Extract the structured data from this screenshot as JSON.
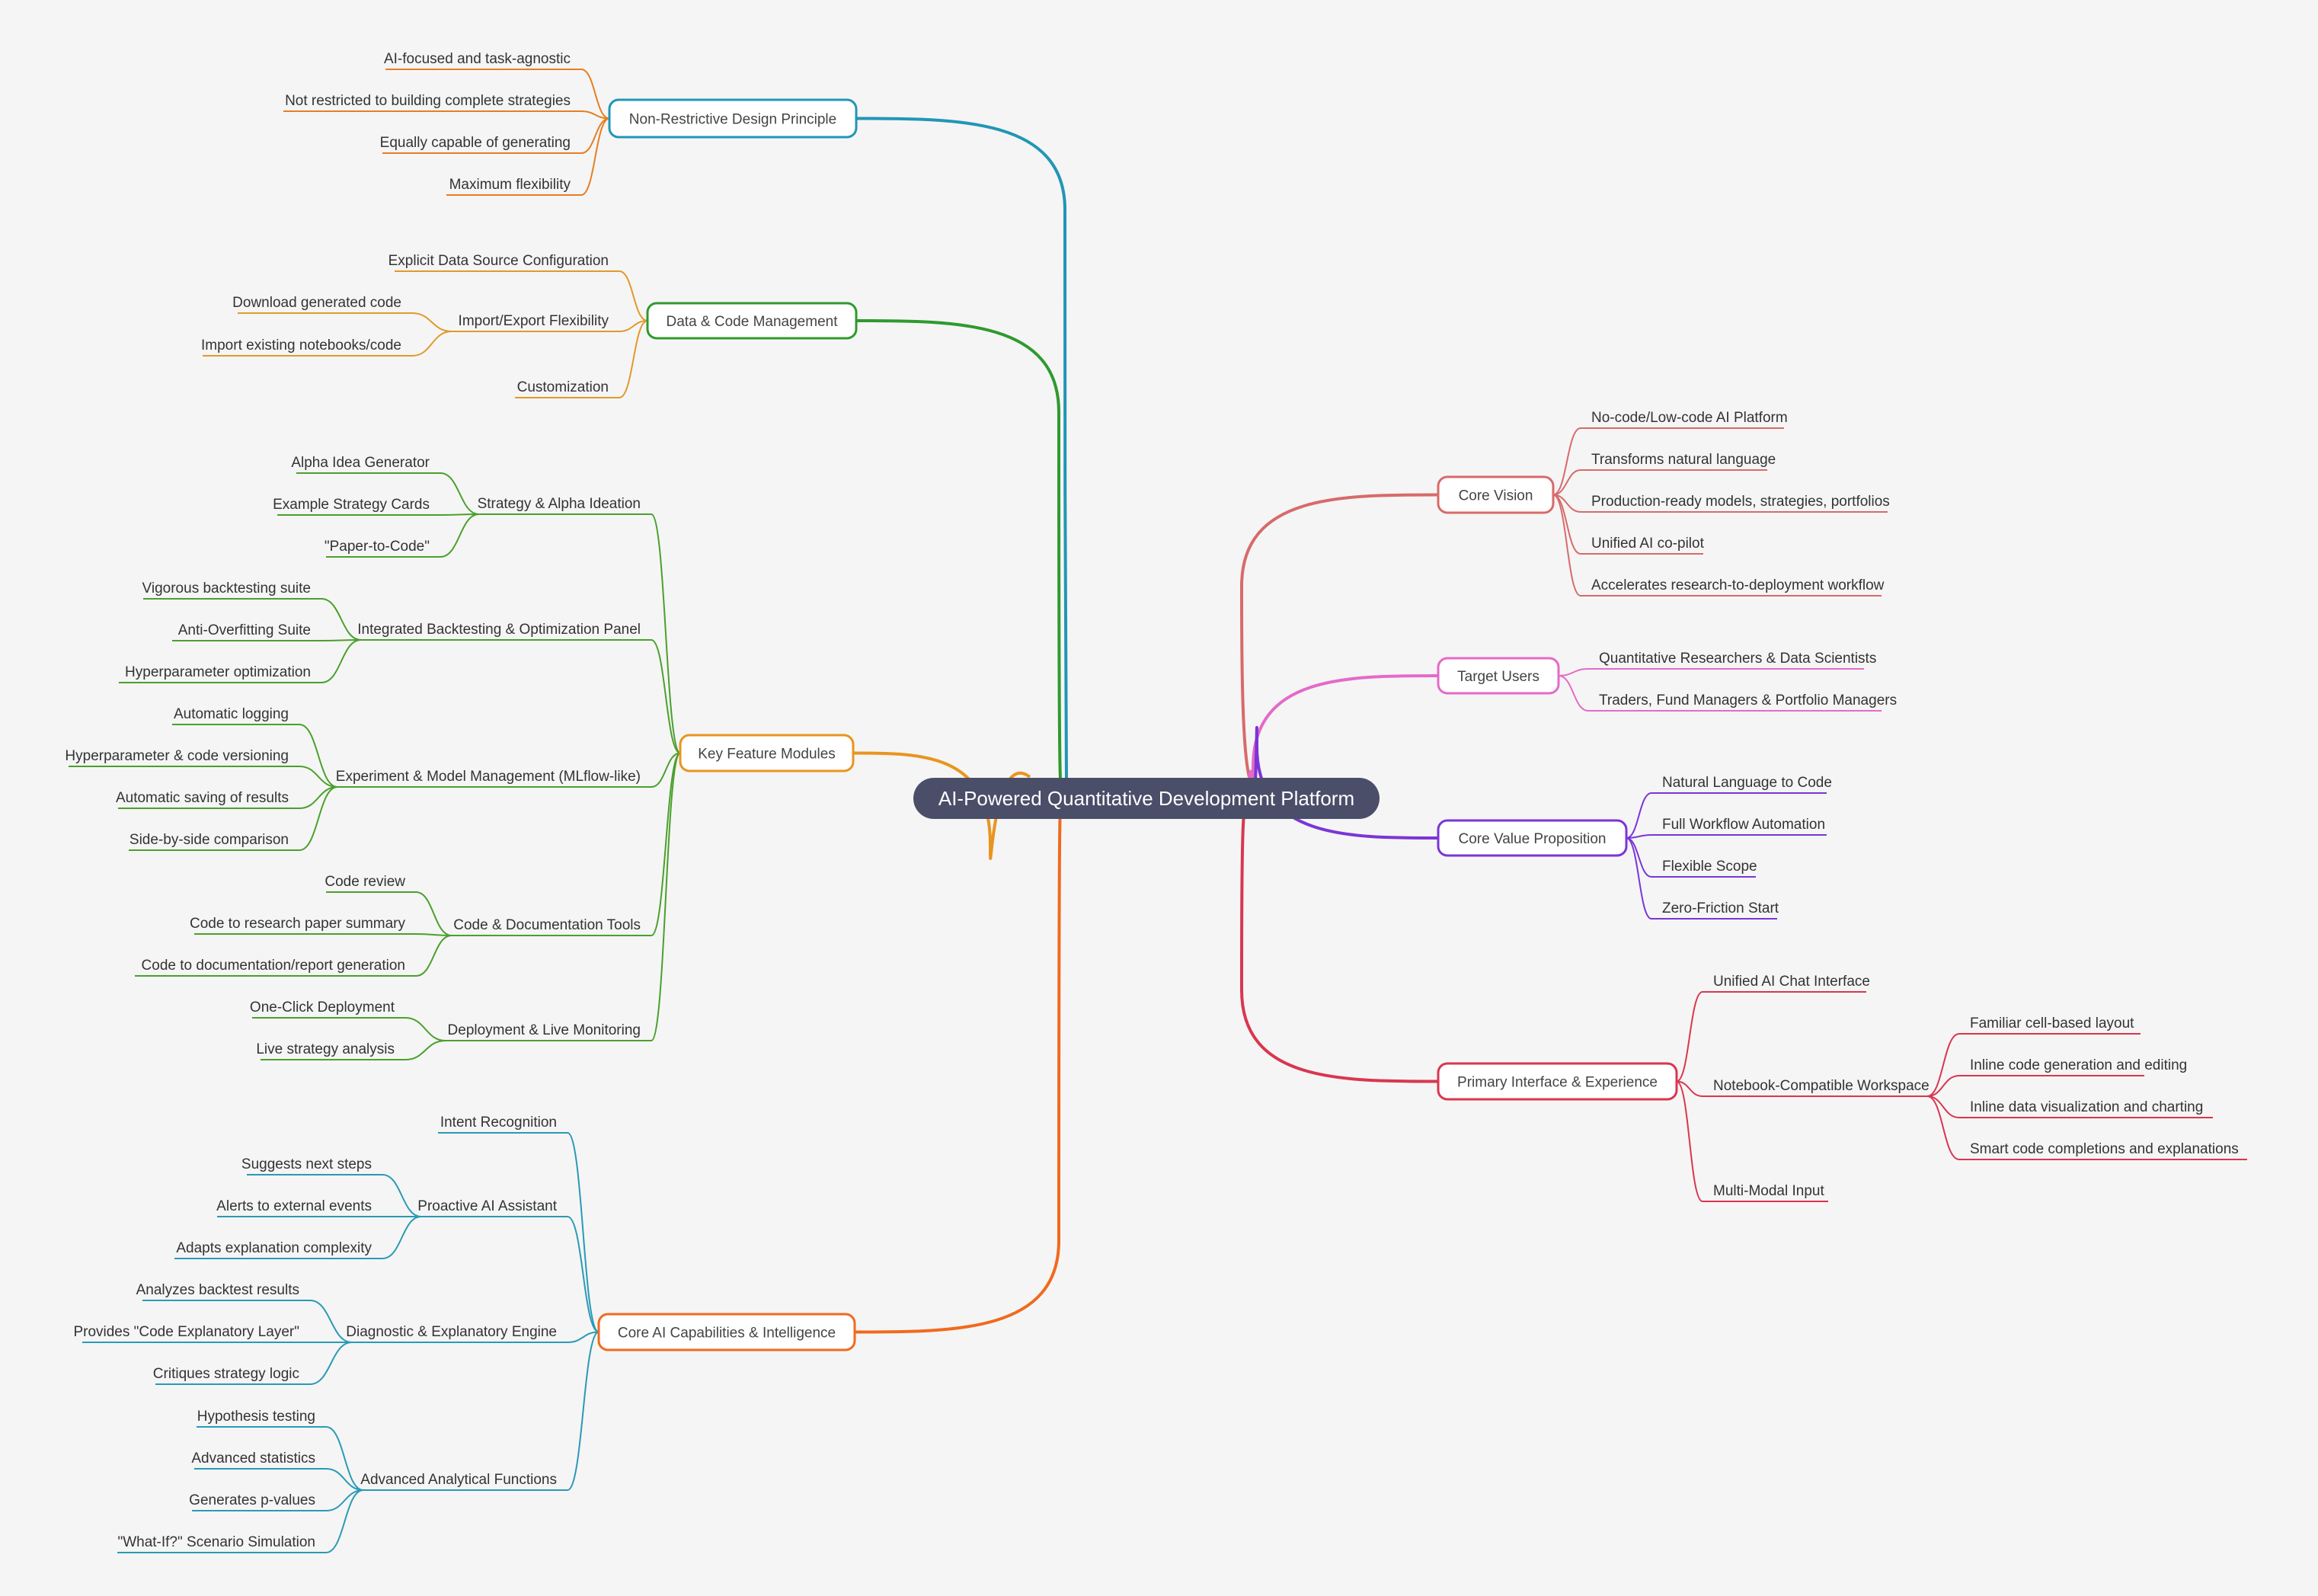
{
  "root": {
    "label": "AI-Powered Quantitative Development Platform",
    "color": "#4a4e69"
  },
  "branches": [
    {
      "id": "non-restrictive",
      "side": "left",
      "label": "Non-Restrictive Design Principle",
      "color": "#2196b6",
      "child_color": "#e67e22",
      "children": [
        {
          "label": "AI-focused and task-agnostic"
        },
        {
          "label": "Not restricted to building complete strategies"
        },
        {
          "label": "Equally capable of generating"
        },
        {
          "label": "Maximum flexibility"
        }
      ]
    },
    {
      "id": "data-code",
      "side": "left",
      "label": "Data & Code Management",
      "color": "#2e9a2e",
      "child_color": "#e09a2a",
      "children": [
        {
          "label": "Explicit Data Source Configuration"
        },
        {
          "label": "Import/Export Flexibility",
          "children": [
            {
              "label": "Download generated code"
            },
            {
              "label": "Import existing notebooks/code"
            }
          ]
        },
        {
          "label": "Customization"
        }
      ]
    },
    {
      "id": "key-features",
      "side": "left",
      "label": "Key Feature Modules",
      "color": "#e8951f",
      "child_color": "#4aa02c",
      "children": [
        {
          "label": "Strategy & Alpha Ideation",
          "children": [
            {
              "label": "Alpha Idea Generator"
            },
            {
              "label": "Example Strategy Cards"
            },
            {
              "label": "\"Paper-to-Code\""
            }
          ]
        },
        {
          "label": "Integrated Backtesting & Optimization Panel",
          "children": [
            {
              "label": "Vigorous backtesting suite"
            },
            {
              "label": "Anti-Overfitting Suite"
            },
            {
              "label": "Hyperparameter optimization"
            }
          ]
        },
        {
          "label": "Experiment & Model Management (MLflow-like)",
          "children": [
            {
              "label": "Automatic logging"
            },
            {
              "label": "Hyperparameter & code versioning"
            },
            {
              "label": "Automatic saving of results"
            },
            {
              "label": "Side-by-side comparison"
            }
          ]
        },
        {
          "label": "Code & Documentation Tools",
          "children": [
            {
              "label": "Code review"
            },
            {
              "label": "Code to research paper summary"
            },
            {
              "label": "Code to documentation/report generation"
            }
          ]
        },
        {
          "label": "Deployment & Live Monitoring",
          "children": [
            {
              "label": "One-Click Deployment"
            },
            {
              "label": "Live strategy analysis"
            }
          ]
        }
      ]
    },
    {
      "id": "core-ai",
      "side": "left",
      "label": "Core AI Capabilities & Intelligence",
      "color": "#f06a1e",
      "child_color": "#2a9ab5",
      "children": [
        {
          "label": "Intent Recognition"
        },
        {
          "label": "Proactive AI Assistant",
          "children": [
            {
              "label": "Suggests next steps"
            },
            {
              "label": "Alerts to external events"
            },
            {
              "label": "Adapts explanation complexity"
            }
          ]
        },
        {
          "label": "Diagnostic & Explanatory Engine",
          "children": [
            {
              "label": "Analyzes backtest results"
            },
            {
              "label": "Provides \"Code Explanatory Layer\""
            },
            {
              "label": "Critiques strategy logic"
            }
          ]
        },
        {
          "label": "Advanced Analytical Functions",
          "children": [
            {
              "label": "Hypothesis testing"
            },
            {
              "label": "Advanced statistics"
            },
            {
              "label": "Generates p-values"
            },
            {
              "label": "\"What-If?\" Scenario Simulation"
            }
          ]
        }
      ]
    },
    {
      "id": "core-vision",
      "side": "right",
      "label": "Core Vision",
      "color": "#d86a6a",
      "child_color": "#d86a6a",
      "children": [
        {
          "label": "No-code/Low-code AI Platform"
        },
        {
          "label": "Transforms natural language"
        },
        {
          "label": "Production-ready models, strategies, portfolios"
        },
        {
          "label": "Unified AI co-pilot"
        },
        {
          "label": "Accelerates research-to-deployment workflow"
        }
      ]
    },
    {
      "id": "target-users",
      "side": "right",
      "label": "Target Users",
      "color": "#e46ac8",
      "child_color": "#e46ac8",
      "children": [
        {
          "label": "Quantitative Researchers & Data Scientists"
        },
        {
          "label": "Traders, Fund Managers & Portfolio Managers"
        }
      ]
    },
    {
      "id": "core-value",
      "side": "right",
      "label": "Core Value Proposition",
      "color": "#7b35d6",
      "child_color": "#7b35d6",
      "children": [
        {
          "label": "Natural Language to Code"
        },
        {
          "label": "Full Workflow Automation"
        },
        {
          "label": "Flexible Scope"
        },
        {
          "label": "Zero-Friction Start"
        }
      ]
    },
    {
      "id": "primary-interface",
      "side": "right",
      "label": "Primary Interface & Experience",
      "color": "#d9364f",
      "child_color": "#d9364f",
      "children": [
        {
          "label": "Unified AI Chat Interface"
        },
        {
          "label": "Notebook-Compatible Workspace",
          "children": [
            {
              "label": "Familiar cell-based layout"
            },
            {
              "label": "Inline code generation and editing"
            },
            {
              "label": "Inline data visualization and charting"
            },
            {
              "label": "Smart code completions and explanations"
            }
          ]
        },
        {
          "label": "Multi-Modal Input"
        }
      ]
    }
  ]
}
